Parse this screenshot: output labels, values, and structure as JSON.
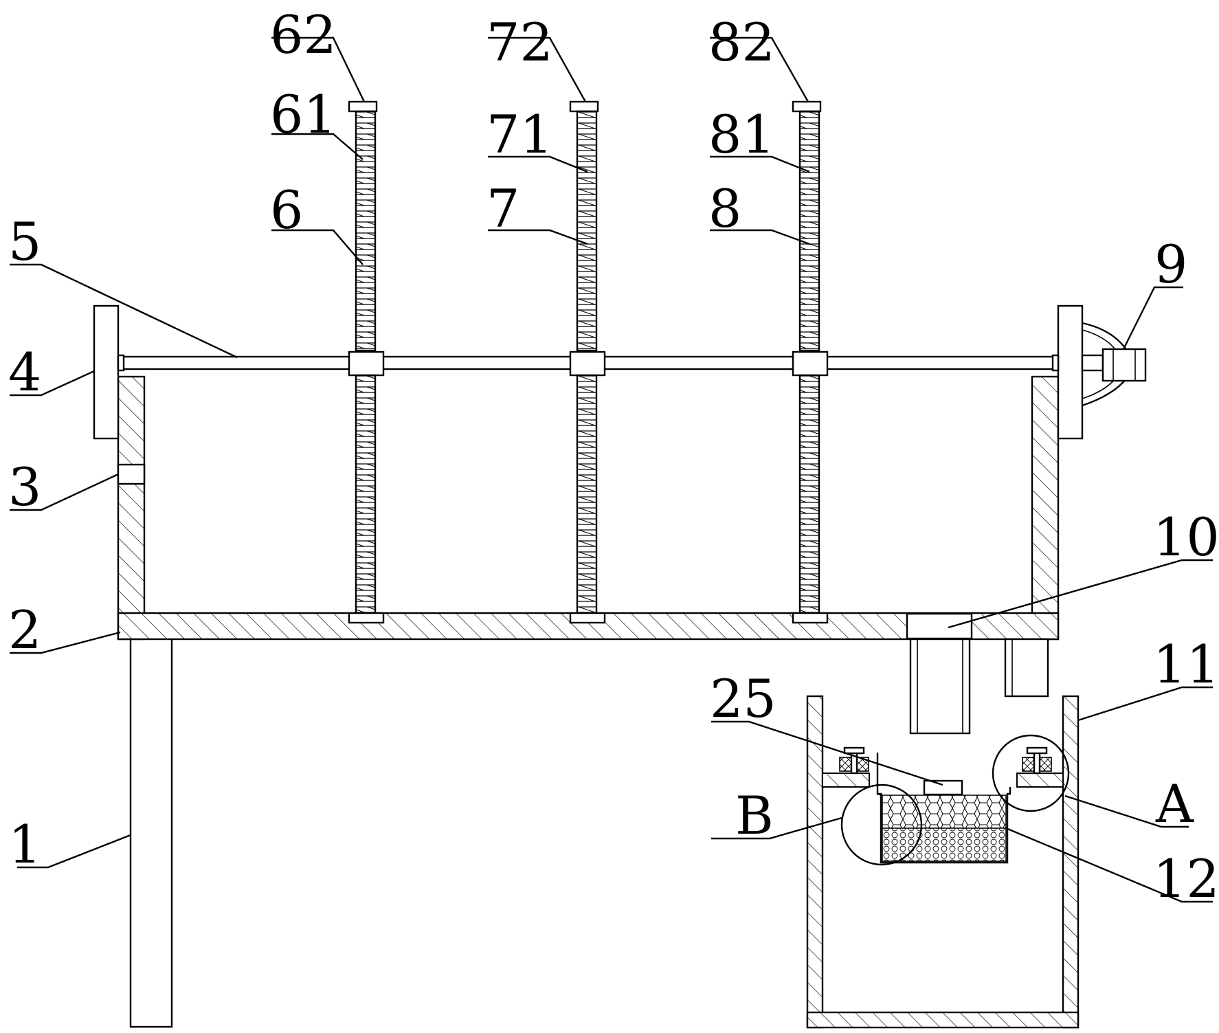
{
  "labels": {
    "l1": "1",
    "l2": "2",
    "l3": "3",
    "l4": "4",
    "l5": "5",
    "l6": "6",
    "l61": "61",
    "l62": "62",
    "l7": "7",
    "l71": "71",
    "l72": "72",
    "l8": "8",
    "l81": "81",
    "l82": "82",
    "l9": "9",
    "l10": "10",
    "l11": "11",
    "l12": "12",
    "l25": "25",
    "lA": "A",
    "lB": "B"
  }
}
